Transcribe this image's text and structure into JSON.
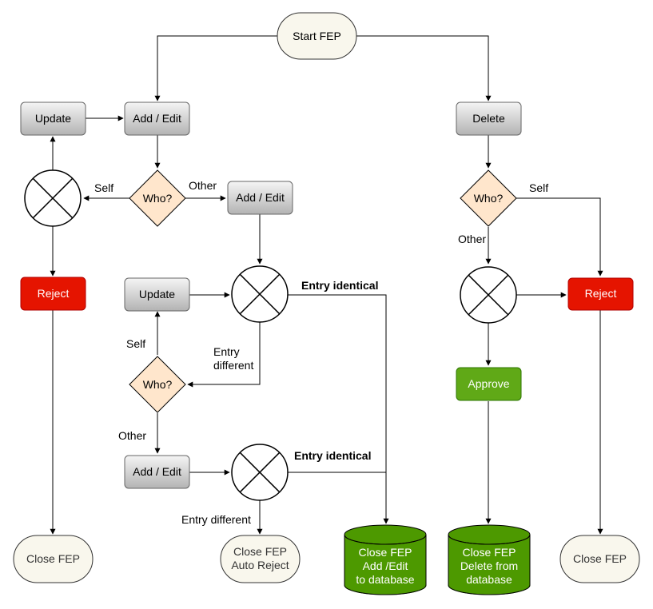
{
  "start": "Start FEP",
  "left": {
    "update_top": "Update",
    "add_edit_top": "Add / Edit",
    "who_top": "Who?",
    "self_label": "Self",
    "other_label": "Other",
    "reject": "Reject",
    "close": "Close FEP"
  },
  "middle": {
    "add_edit_1": "Add / Edit",
    "entry_identical_1": "Entry identical",
    "update": "Update",
    "self_label": "Self",
    "entry_different_1a": "Entry",
    "entry_different_1b": "different",
    "who": "Who?",
    "other_label": "Other",
    "add_edit_2": "Add / Edit",
    "entry_identical_2": "Entry identical",
    "entry_different_2": "Entry different",
    "close_auto_1": "Close FEP",
    "close_auto_2": "Auto Reject",
    "db_add_1": "Close FEP",
    "db_add_2": "Add /Edit",
    "db_add_3": "to database"
  },
  "right": {
    "delete": "Delete",
    "who": "Who?",
    "self_label": "Self",
    "other_label": "Other",
    "reject": "Reject",
    "approve": "Approve",
    "db_del_1": "Close FEP",
    "db_del_2": "Delete from",
    "db_del_3": "database",
    "close": "Close FEP"
  },
  "colors": {
    "terminal_fill": "#f9f7ed",
    "process_gradient_top": "#f5f5f5",
    "process_gradient_bottom": "#b3b3b3",
    "decision_fill": "#ffe6cc",
    "reject_fill": "#e51400",
    "approve_fill": "#60a917",
    "database_fill": "#4d9900"
  }
}
